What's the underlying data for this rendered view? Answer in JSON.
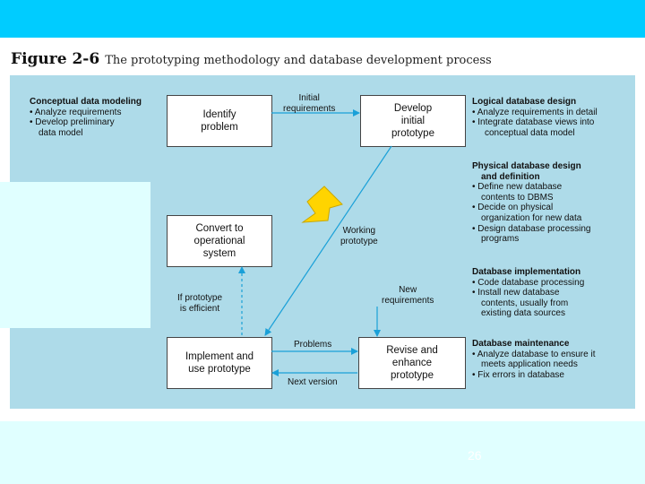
{
  "figure": {
    "number": "Figure 2-6",
    "title": "The prototyping methodology and database development process"
  },
  "boxes": {
    "identify": [
      "Identify",
      "problem"
    ],
    "develop": [
      "Develop",
      "initial",
      "prototype"
    ],
    "convert": [
      "Convert to",
      "operational",
      "system"
    ],
    "implement": [
      "Implement and",
      "use prototype"
    ],
    "revise": [
      "Revise and",
      "enhance",
      "prototype"
    ]
  },
  "arrow_labels": {
    "initial_requirements": [
      "Initial",
      "requirements"
    ],
    "working_prototype": [
      "Working",
      "prototype"
    ],
    "if_prototype_efficient": [
      "If prototype",
      "is efficient"
    ],
    "new_requirements": [
      "New",
      "requirements"
    ],
    "problems": "Problems",
    "next_version": "Next version"
  },
  "left_notes": {
    "heading": "Conceptual data modeling",
    "items": [
      "• Analyze requirements",
      "• Develop preliminary",
      "data model"
    ]
  },
  "right_notes": [
    {
      "heading": [
        "Logical database design"
      ],
      "lines": [
        "• Analyze requirements in detail",
        "• Integrate database views into",
        "conceptual data model"
      ]
    },
    {
      "heading": [
        "Physical database design",
        "and definition"
      ],
      "lines": [
        "• Define new database",
        "contents to DBMS",
        "• Decide on physical",
        "organization for new data",
        "• Design database processing",
        "programs"
      ]
    },
    {
      "heading": [
        "Database implementation"
      ],
      "lines": [
        "• Code database processing",
        "• Install new database",
        "contents, usually from",
        "existing data sources"
      ]
    },
    {
      "heading": [
        "Database maintenance"
      ],
      "lines": [
        "• Analyze database to ensure it",
        "meets application needs",
        "• Fix errors in database"
      ]
    }
  ],
  "page_number": "26",
  "colors": {
    "top_bar": "#00ccff",
    "panel": "#aedbe9",
    "arrow": "#1aa0d8",
    "callout": "#ffd400"
  }
}
